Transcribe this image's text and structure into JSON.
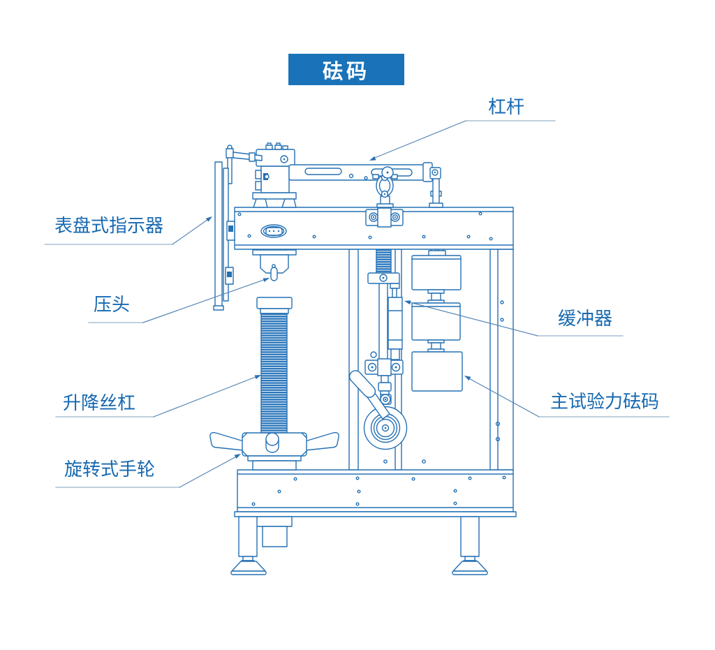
{
  "banner": {
    "label": "砝码",
    "bg_color": "#1a73b8",
    "text_color": "#ffffff"
  },
  "labels": [
    {
      "id": "lever",
      "text": "杠杆",
      "side": "right"
    },
    {
      "id": "dial-indicator",
      "text": "表盘式指示器",
      "side": "left"
    },
    {
      "id": "indenter",
      "text": "压头",
      "side": "left"
    },
    {
      "id": "damper",
      "text": "缓冲器",
      "side": "right"
    },
    {
      "id": "lifting-screw",
      "text": "升降丝杠",
      "side": "left"
    },
    {
      "id": "main-test-force-weights",
      "text": "主试验力砝码",
      "side": "right"
    },
    {
      "id": "rotary-handwheel",
      "text": "旋转式手轮",
      "side": "left"
    }
  ],
  "colors": {
    "outline_blue": "#2470b4",
    "thread_fill_blue": "#2673b9",
    "label_text_blue": "#1769b1",
    "banner_blue": "#1a73b8",
    "underline_gray_blue": "#aabfd3"
  }
}
